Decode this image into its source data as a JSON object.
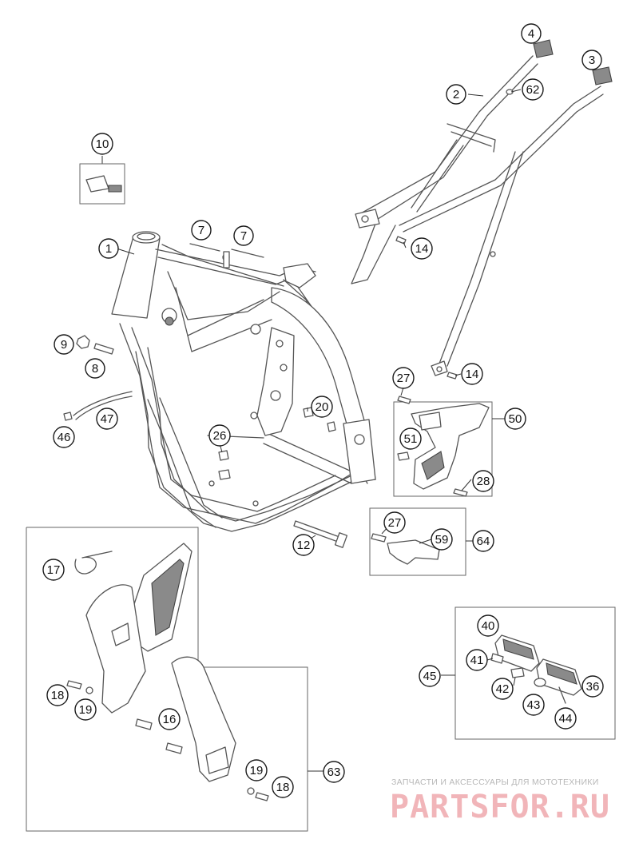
{
  "callouts": [
    {
      "id": "1",
      "label": "1"
    },
    {
      "id": "2",
      "label": "2"
    },
    {
      "id": "3",
      "label": "3"
    },
    {
      "id": "4",
      "label": "4"
    },
    {
      "id": "7a",
      "label": "7"
    },
    {
      "id": "7b",
      "label": "7"
    },
    {
      "id": "8",
      "label": "8"
    },
    {
      "id": "9",
      "label": "9"
    },
    {
      "id": "10",
      "label": "10"
    },
    {
      "id": "12",
      "label": "12"
    },
    {
      "id": "14a",
      "label": "14"
    },
    {
      "id": "14b",
      "label": "14"
    },
    {
      "id": "16",
      "label": "16"
    },
    {
      "id": "17",
      "label": "17"
    },
    {
      "id": "18a",
      "label": "18"
    },
    {
      "id": "18b",
      "label": "18"
    },
    {
      "id": "19a",
      "label": "19"
    },
    {
      "id": "19b",
      "label": "19"
    },
    {
      "id": "20",
      "label": "20"
    },
    {
      "id": "26",
      "label": "26"
    },
    {
      "id": "27a",
      "label": "27"
    },
    {
      "id": "27b",
      "label": "27"
    },
    {
      "id": "28",
      "label": "28"
    },
    {
      "id": "36",
      "label": "36"
    },
    {
      "id": "40",
      "label": "40"
    },
    {
      "id": "41",
      "label": "41"
    },
    {
      "id": "42",
      "label": "42"
    },
    {
      "id": "43",
      "label": "43"
    },
    {
      "id": "44",
      "label": "44"
    },
    {
      "id": "45",
      "label": "45"
    },
    {
      "id": "46",
      "label": "46"
    },
    {
      "id": "47",
      "label": "47"
    },
    {
      "id": "50",
      "label": "50"
    },
    {
      "id": "51",
      "label": "51"
    },
    {
      "id": "59",
      "label": "59"
    },
    {
      "id": "62",
      "label": "62"
    },
    {
      "id": "63",
      "label": "63"
    },
    {
      "id": "64",
      "label": "64"
    }
  ],
  "watermark": {
    "tagline": "ЗАПЧАСТИ И АКСЕССУАРЫ ДЛЯ МОТОТЕХНИКИ",
    "logo": "PARTSFOR.RU"
  },
  "colors": {
    "line": "#555555",
    "callout_stroke": "#1a1a1a",
    "watermark_logo": "#e15a64"
  }
}
